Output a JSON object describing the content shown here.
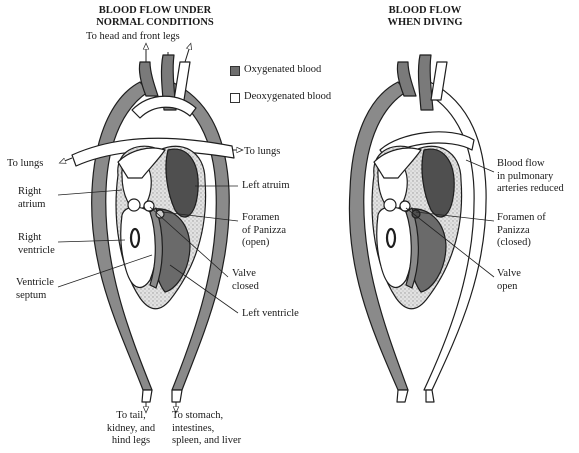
{
  "titles": {
    "normal": [
      "BLOOD FLOW UNDER",
      "NORMAL CONDITIONS"
    ],
    "diving": [
      "BLOOD FLOW",
      "WHEN DIVING"
    ]
  },
  "legend": {
    "oxygenated": "Oxygenated blood",
    "deoxygenated": "Deoxygenated blood"
  },
  "colors": {
    "oxygenated": "#6e6e6e",
    "oxygenated_dark": "#4a4a4a",
    "deoxygenated": "#ffffff",
    "outline": "#1e1e1e",
    "tissue": "#d6d6d6"
  },
  "labels_normal": {
    "head": "To head and front legs",
    "lungs_left": "To lungs",
    "lungs_right": "To lungs",
    "right_atrium": [
      "Right",
      "atrium"
    ],
    "right_ventricle": [
      "Right",
      "ventricle"
    ],
    "ventricle_septum": [
      "Ventricle",
      "septum"
    ],
    "left_atrium": "Left atruim",
    "foramen": [
      "Foramen",
      "of Panizza",
      "(open)"
    ],
    "valve": [
      "Valve",
      "closed"
    ],
    "left_ventricle": "Left ventricle",
    "tail": [
      "To tail,",
      "kidney, and",
      "hind legs"
    ],
    "stomach": [
      "To stomach,",
      "intestines,",
      "spleen, and liver"
    ]
  },
  "labels_diving": {
    "blood_flow": [
      "Blood flow",
      "in pulmonary",
      "arteries reduced"
    ],
    "foramen": [
      "Foramen of",
      "Panizza",
      "(closed)"
    ],
    "valve": [
      "Valve",
      "open"
    ]
  }
}
